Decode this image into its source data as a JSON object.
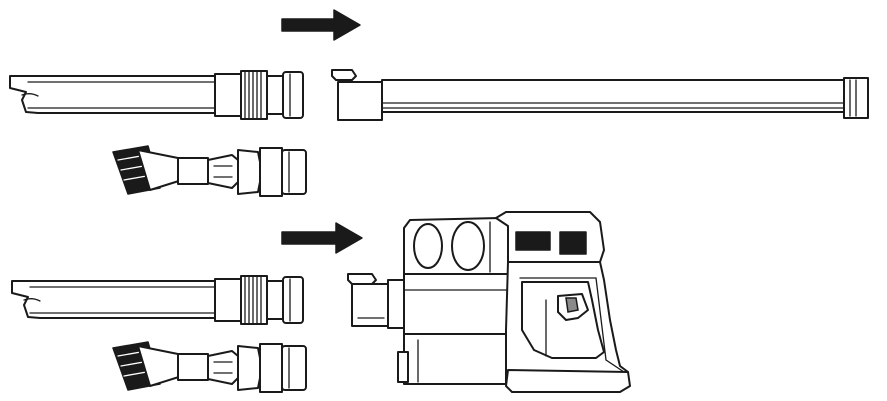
{
  "diagram": {
    "arrows": [
      "arrow-right",
      "arrow-right"
    ],
    "components": [
      "crevice-tool",
      "brush-tool",
      "extension-tube",
      "handheld-vacuum-unit"
    ],
    "colors": {
      "line": "#1a1a1a",
      "fill": "#ffffff",
      "accent_dark": "#1a1a1a"
    }
  }
}
